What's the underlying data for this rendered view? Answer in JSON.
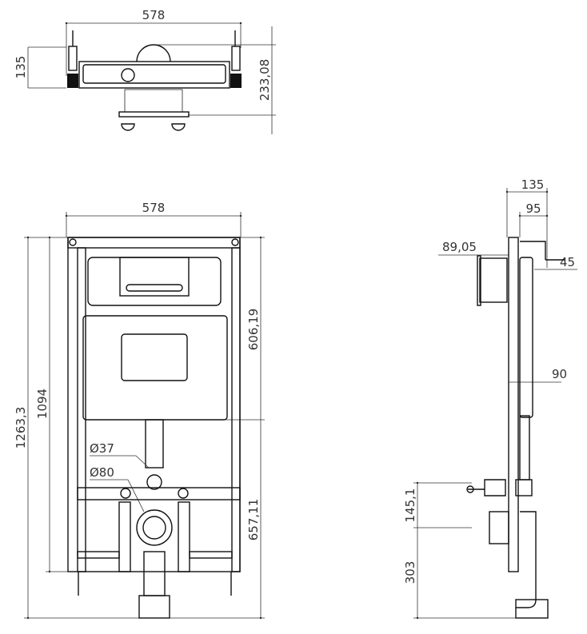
{
  "top_view": {
    "width": "578",
    "depth": "135",
    "height": "233,08"
  },
  "front_view": {
    "width": "578",
    "total_height": "1263,3",
    "frame_height": "1094",
    "upper_height": "606,19",
    "lower_height": "657,11",
    "pipe_diameter_small": "Ø37",
    "pipe_diameter_large": "Ø80"
  },
  "side_view": {
    "depth_total": "135",
    "depth_frame": "95",
    "button_offset": "89,05",
    "bracket": "45",
    "tank_depth": "90",
    "outlet_height": "145,1",
    "bottom_height": "303"
  }
}
